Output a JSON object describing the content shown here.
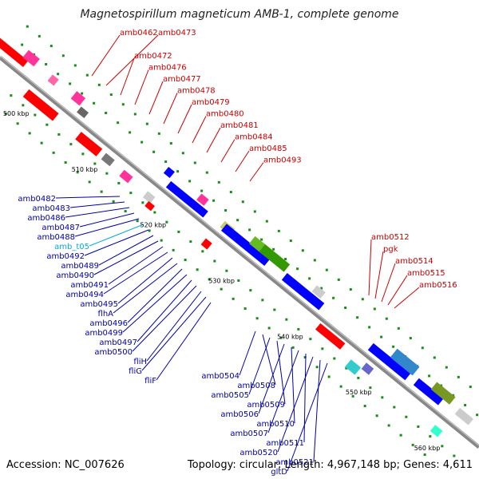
{
  "title": "Magnetospirillum magneticum AMB-1, complete genome",
  "footer": {
    "accession": "Accession: NC_007626",
    "topology": "Topology: circular; Length: 4,967,148 bp; Genes: 4,611"
  },
  "colors": {
    "red_label": "#cc0000",
    "blue_label": "#0000aa",
    "cyan_label": "#00aadd",
    "backbone": "#888888",
    "gc_dots": "#1a8c1a",
    "forward_genes": "#ff0000",
    "reverse_genes": "#0000ff"
  },
  "ticks": [
    "500 kbp",
    "510 kbp",
    "520 kbp",
    "530 kbp",
    "540 kbp",
    "550 kbp",
    "560 kbp"
  ],
  "labels": {
    "red": [
      "amb0462",
      "amb0473",
      "amb0472",
      "amb0476",
      "amb0477",
      "amb0478",
      "amb0479",
      "amb0480",
      "amb0481",
      "amb0484",
      "amb0485",
      "amb0493",
      "amb0512",
      "pgk",
      "amb0514",
      "amb0515",
      "amb0516"
    ],
    "blue_left": [
      "amb0482",
      "amb0483",
      "amb0486",
      "amb0487",
      "amb0488",
      "amb_t05",
      "amb0492",
      "amb0489",
      "amb0490",
      "amb0491",
      "amb0494",
      "amb0495",
      "flhA",
      "amb0496",
      "amb0499",
      "amb0497",
      "amb0500",
      "fliH",
      "fliG",
      "fliF"
    ],
    "blue_bottom": [
      "amb0504",
      "amb0508",
      "amb0505",
      "amb0509",
      "amb0506",
      "amb0510",
      "amb0507",
      "amb0511",
      "amb0520",
      "amb0521",
      "gltD"
    ]
  }
}
